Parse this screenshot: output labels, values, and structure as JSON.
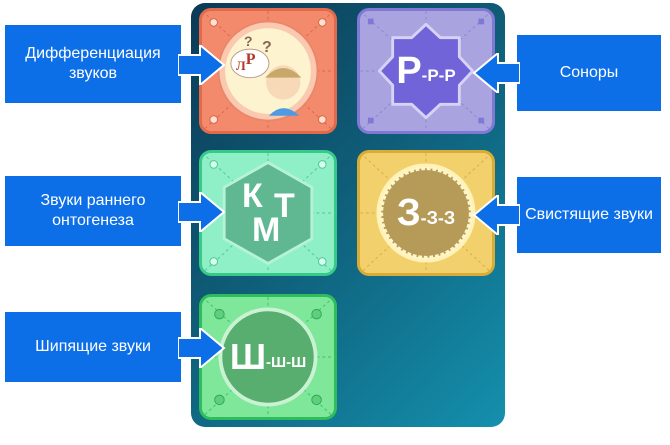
{
  "labels": {
    "differentiation": "Дифференциация звуков",
    "sonors": "Соноры",
    "early": "Звуки раннего онтогенеза",
    "whistling": "Свистящие звуки",
    "hissing": "Шипящие звуки"
  },
  "tiles": {
    "differentiation": {
      "letters": [
        "Л",
        "Р"
      ],
      "question": "?"
    },
    "sonors": {
      "big": "Р",
      "small": "-Р-Р"
    },
    "early": {
      "k": "К",
      "m": "М",
      "t": "Т"
    },
    "whistling": {
      "big": "З",
      "small": "-З-З"
    },
    "hissing": {
      "big": "Ш",
      "small": "-Ш-Ш"
    }
  },
  "colors": {
    "label_bg": "#0d6fe8",
    "red_tile": "#f48a6c",
    "purple_tile": "#a9a4e0",
    "mint_tile": "#8ff0c8",
    "gold_tile": "#f2d06c",
    "green_tile": "#7fe79a"
  }
}
